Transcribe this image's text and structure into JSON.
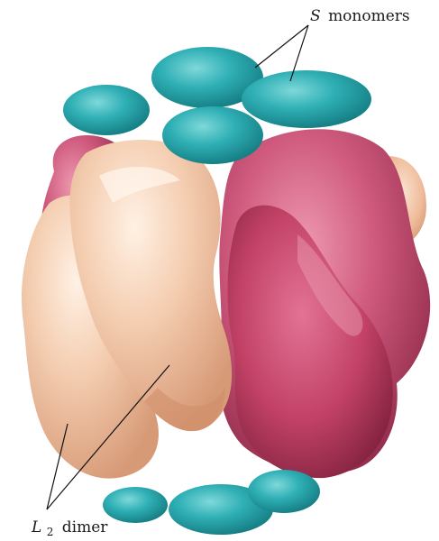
{
  "labels": {
    "s_monomers": {
      "letter": "S",
      "text": "monomers"
    },
    "l2_dimer": {
      "letter": "L",
      "subscript": "2",
      "text": "dimer"
    }
  },
  "colors": {
    "teal": "#2aa3a8",
    "teal_light": "#6fd0d3",
    "teal_dark": "#147b80",
    "magenta": "#c24b6f",
    "magenta_light": "#e27a98",
    "magenta_dark": "#8e2a4a",
    "peach": "#f0c2a3",
    "peach_light": "#fbe4d2",
    "peach_dark": "#cf8f6d"
  }
}
